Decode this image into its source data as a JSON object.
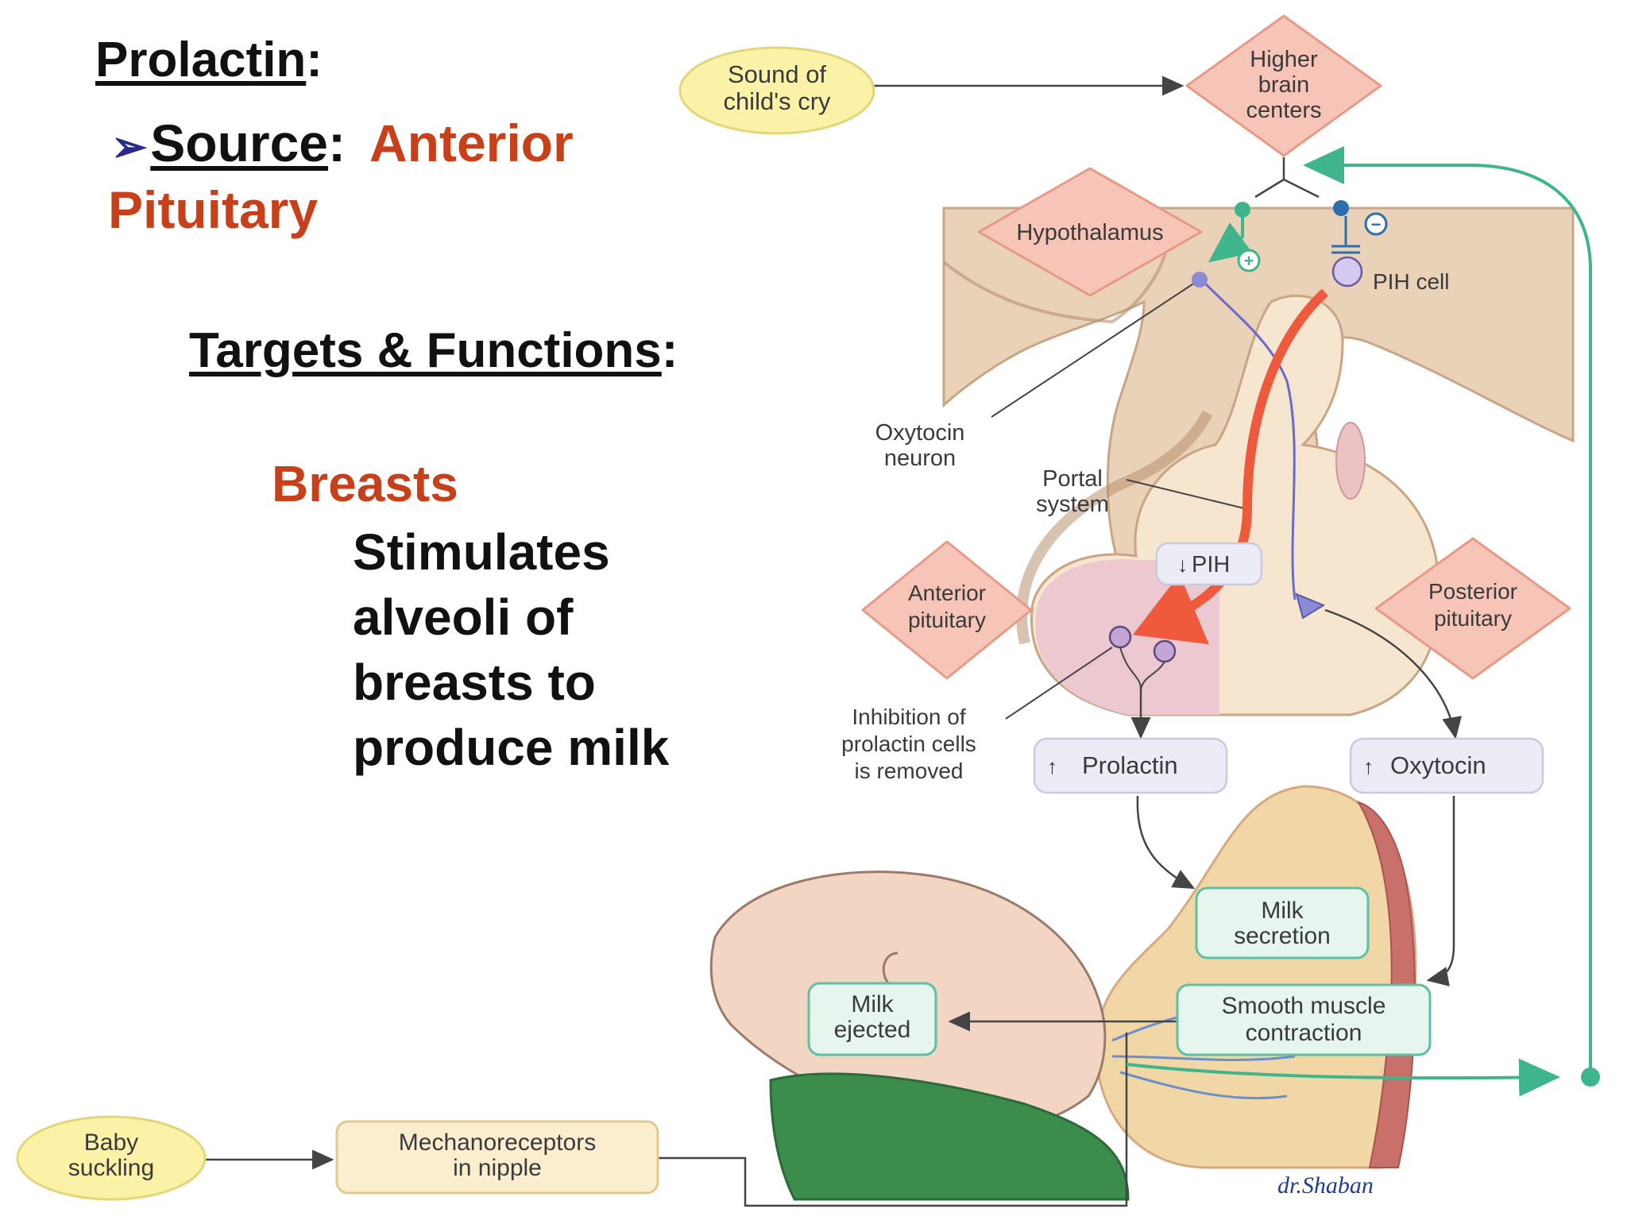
{
  "slide": {
    "title": "Prolactin",
    "title_colon": ":",
    "source_label": "Source",
    "source_colon": ":",
    "source_value_1": "Anterior",
    "source_value_2": "Pituitary",
    "targets_label": "Targets & Functions",
    "targets_colon": ":",
    "target_name": "Breasts",
    "function_lines": [
      "Stimulates",
      "alveoli of",
      "breasts to",
      "produce milk"
    ],
    "bullet_glyph": "➢"
  },
  "diagram": {
    "sound_cry": [
      "Sound of",
      "child's cry"
    ],
    "higher_brain": [
      "Higher",
      "brain",
      "centers"
    ],
    "hypothalamus": "Hypothalamus",
    "pih_cell": "PIH cell",
    "oxytocin_neuron": [
      "Oxytocin",
      "neuron"
    ],
    "portal_system": [
      "Portal",
      "system"
    ],
    "pih": "PIH",
    "anterior_pituitary": [
      "Anterior",
      "pituitary"
    ],
    "posterior_pituitary": [
      "Posterior",
      "pituitary"
    ],
    "inhibition": [
      "Inhibition of",
      "prolactin cells",
      "is removed"
    ],
    "prolactin": "Prolactin",
    "oxytocin": "Oxytocin",
    "milk_secretion": [
      "Milk",
      "secretion"
    ],
    "smooth_muscle": [
      "Smooth muscle",
      "contraction"
    ],
    "milk_ejected": [
      "Milk",
      "ejected"
    ],
    "baby_suckling": [
      "Baby",
      "suckling"
    ],
    "mechanoreceptors": [
      "Mechanoreceptors",
      "in nipple"
    ],
    "plus_sign": "+",
    "minus_sign": "−",
    "down_arrow": "↓",
    "up_arrow": "↑"
  },
  "credit": "dr.Shaban",
  "colors": {
    "diamond_fill": "#f7c5b8",
    "diamond_stroke": "#e79a86",
    "yellow_oval": "#fbf2a8",
    "teal_box": "#e6f6ef",
    "teal_stroke": "#5dbfa3",
    "green_arrow": "#3fb58c",
    "red_arrow": "#f05a3c",
    "brain_tan": "#e8cfb4",
    "lavender_box": "#ececf7",
    "accent_orange": "#c8401a"
  }
}
